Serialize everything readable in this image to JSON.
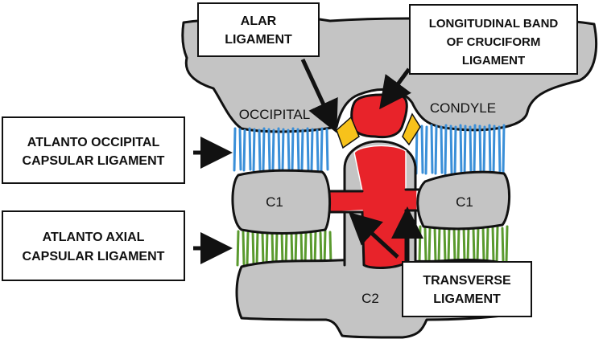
{
  "labels": {
    "alar": [
      "ALAR",
      "LIGAMENT"
    ],
    "longitudinal": [
      "LONGITUDINAL BAND",
      "OF CRUCIFORM",
      "LIGAMENT"
    ],
    "atlanto_occipital": [
      "ATLANTO OCCIPITAL",
      "CAPSULAR LIGAMENT"
    ],
    "atlanto_axial": [
      "ATLANTO AXIAL",
      "CAPSULAR LIGAMENT"
    ],
    "transverse": [
      "TRANSVERSE",
      "LIGAMENT"
    ]
  },
  "bones": {
    "occipital": "OCCIPITAL",
    "condyle": "CONDYLE",
    "c1_left": "C1",
    "c1_right": "C1",
    "c2": "C2"
  },
  "colors": {
    "bone": "#c4c4c4",
    "cruciform": "#e8232a",
    "alar": "#f7c21b",
    "atlanto_occipital": "#3a8fd8",
    "atlanto_axial": "#5a9a2e",
    "outline": "#111111"
  }
}
